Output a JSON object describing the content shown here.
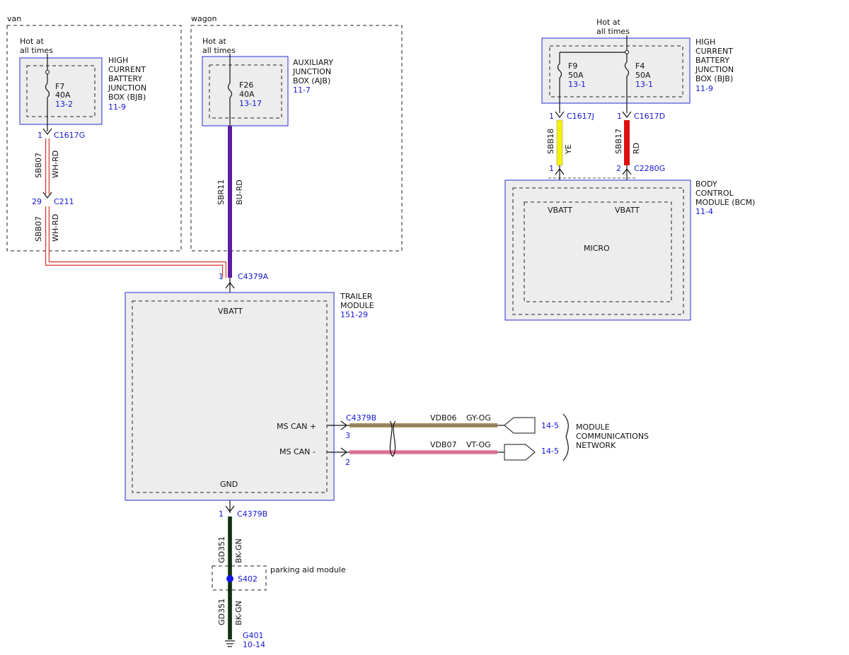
{
  "regions": {
    "van": "van",
    "wagon": "wagon"
  },
  "hot_at": {
    "line1": "Hot at",
    "line2": "all times"
  },
  "bjb_left": {
    "name": [
      "HIGH",
      "CURRENT",
      "BATTERY",
      "JUNCTION",
      "BOX (BJB)"
    ],
    "ref": "11-9",
    "fuse": {
      "id": "F7",
      "rating": "40A",
      "ref": "13-2"
    }
  },
  "ajb": {
    "name": [
      "AUXILIARY",
      "JUNCTION",
      "BOX (AJB)"
    ],
    "ref": "11-7",
    "fuse": {
      "id": "F26",
      "rating": "40A",
      "ref": "13-17"
    }
  },
  "bjb_right": {
    "name": [
      "HIGH",
      "CURRENT",
      "BATTERY",
      "JUNCTION",
      "BOX (BJB)"
    ],
    "ref": "11-9",
    "fuse_a": {
      "id": "F9",
      "rating": "50A",
      "ref": "13-1"
    },
    "fuse_b": {
      "id": "F4",
      "rating": "50A",
      "ref": "13-1"
    }
  },
  "bcm": {
    "name": [
      "BODY",
      "CONTROL",
      "MODULE (BCM)"
    ],
    "ref": "11-4",
    "pin_a": "VBATT",
    "pin_b": "VBATT",
    "inner": "MICRO"
  },
  "trailer": {
    "name": [
      "TRAILER",
      "MODULE"
    ],
    "ref": "151-29",
    "vbatt": "VBATT",
    "can_plus": "MS CAN +",
    "can_minus": "MS CAN -",
    "gnd": "GND"
  },
  "connectors": {
    "c1617g_pin": "1",
    "c1617g": "C1617G",
    "c211_pin": "29",
    "c211": "C211",
    "c4379a_pin": "1",
    "c4379a": "C4379A",
    "c4379b_top": "C4379B",
    "c4379b_pin3": "3",
    "c4379b_pin2": "2",
    "c4379b_gnd_pin": "1",
    "c4379b_gnd": "C4379B",
    "c1617j_pin": "1",
    "c1617j": "C1617J",
    "c1617d_pin": "1",
    "c1617d": "C1617D",
    "c2280g_pin1": "1",
    "c2280g_pin2": "2",
    "c2280g": "C2280G",
    "s402": "S402",
    "g401": "G401",
    "g401_ref": "10-14"
  },
  "wires": {
    "sbb07_a": {
      "circuit": "SBB07",
      "color": "WH-RD"
    },
    "sbb07_b": {
      "circuit": "SBB07",
      "color": "WH-RD"
    },
    "sbr11": {
      "circuit": "SBR11",
      "color": "BU-RD"
    },
    "sbb18": {
      "circuit": "SBB18",
      "color": "YE"
    },
    "sbb17": {
      "circuit": "SBB17",
      "color": "RD"
    },
    "vdb06": {
      "circuit": "VDB06",
      "color": "GY-OG"
    },
    "vdb07": {
      "circuit": "VDB07",
      "color": "VT-OG"
    },
    "gd351_a": {
      "circuit": "GD351",
      "color": "BK-GN"
    },
    "gd351_b": {
      "circuit": "GD351",
      "color": "BK-GN"
    }
  },
  "network": {
    "ref_a": "14-5",
    "ref_b": "14-5",
    "name": [
      "MODULE",
      "COMMUNICATIONS",
      "NETWORK"
    ]
  },
  "parking_aid": "parking aid module",
  "wire_colors": {
    "bu_rd": "#4a1fb8",
    "ye": "#f5f20a",
    "rd": "#e01010",
    "gy_og": "#a88c5c",
    "vt_og": "#e58aa8",
    "bk_gn": "#1d4a1d",
    "wh_rd": "#d23a2a"
  }
}
